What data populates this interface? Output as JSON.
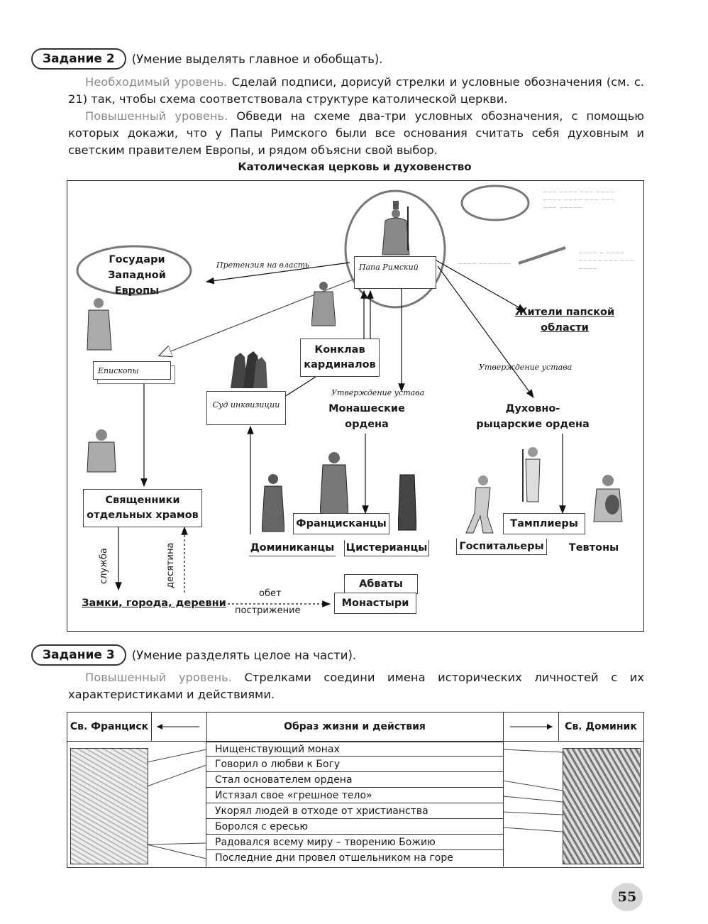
{
  "task2": {
    "badge": "Задание 2",
    "desc": "(Умение выделять главное и обобщать).",
    "level1_label": "Необходимый уровень.",
    "level1_text": "Сделай подписи, дорисуй стрелки и условные обозначения (см. с. 21) так, чтобы схема соответствовала структуре католической церкви.",
    "level2_label": "Повышенный уровень.",
    "level2_text": "Обведи на схеме два-три условных обозначения, с помощью которых докажи, что у Папы Римского были все основания считать себя духовным и светским правителем Европы, и рядом объясни свой выбор."
  },
  "diagram": {
    "title": "Католическая церковь и духовенство",
    "pope": "Папа Римский",
    "rulers": "Государи Западной Европы",
    "claim": "Претензия на власть",
    "residents": "Жители папской области",
    "bishops": "Епископы",
    "conclave": "Конклав кардиналов",
    "inquisition": "Суд инквизиции",
    "charter1": "Утверждение устава",
    "charter2": "Утверждение устава",
    "monastic": "Монашеские ордена",
    "knight_orders": "Духовно-рыцарские ордена",
    "priests": "Священники отдельных храмов",
    "service": "служба",
    "tithe": "десятина",
    "franciscans": "Францисканцы",
    "dominicans": "Доминиканцы",
    "cistercians": "Цистерианцы",
    "templars": "Тамплиеры",
    "hospitallers": "Госпитальеры",
    "teutons": "Тевтоны",
    "castles": "Замки, города, деревни",
    "vow": "обет",
    "tonsure": "пострижение",
    "abbots": "Абваты",
    "monasteries": "Монастыри"
  },
  "task3": {
    "badge": "Задание 3",
    "desc": "(Умение разделять целое на части).",
    "level_label": "Повышенный уровень.",
    "level_text": "Стрелками соедини имена исторических личностей с их характеристиками и действиями.",
    "col_left": "Св. Франциск",
    "col_mid": "Образ жизни и действия",
    "col_right": "Св. Доминик",
    "items": [
      "Нищенствующий монах",
      "Говорил о любви к Богу",
      "Стал основателем ордена",
      "Истязал свое «грешное тело»",
      "Укорял людей в отходе от христианства",
      "Боролся с ересью",
      "Радовался всему миру – творению Божию",
      "Последние дни провел отшельником на горе"
    ]
  },
  "page_number": "55"
}
